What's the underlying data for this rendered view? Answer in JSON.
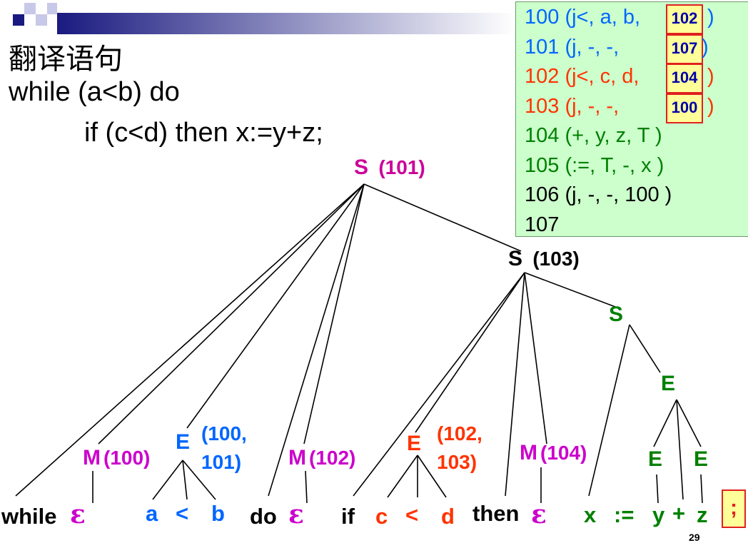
{
  "colors": {
    "magenta": "#cc0099",
    "blue": "#0066ff",
    "red": "#ff3300",
    "green": "#008000",
    "violet": "#cc00cc",
    "panel_bg": "#ccffcc",
    "highlight": "#ffff99",
    "frame_red": "#e02020"
  },
  "title": "翻译语句",
  "code": {
    "line1": "while (a<b) do",
    "line2": "if (c<d) then x:=y+z;"
  },
  "tree": {
    "root": {
      "label": "S",
      "value": "(101)"
    },
    "s103": {
      "label": "S",
      "value": "(103)"
    },
    "s_inner": {
      "label": "S"
    },
    "e_assign": {
      "label": "E"
    },
    "e_y": {
      "label": "E"
    },
    "e_z": {
      "label": "E"
    },
    "m1": {
      "label": "M",
      "value": "(100)"
    },
    "e1": {
      "label": "E",
      "value_line1": "(100,",
      "value_line2": "101)"
    },
    "m2": {
      "label": "M",
      "value": "(102)"
    },
    "e2": {
      "label": "E",
      "value_line1": "(102,",
      "value_line2": "103)"
    },
    "m3": {
      "label": "M",
      "value": "(104)"
    }
  },
  "leaves": {
    "while": "while",
    "eps": "ε",
    "a": "a",
    "lt": "<",
    "b": "b",
    "do": "do",
    "if": "if",
    "c": "c",
    "d": "d",
    "then": "then",
    "x": "x",
    "assign": ":=",
    "y": "y",
    "plus": "+",
    "z": "z",
    "semi": ";"
  },
  "quads": [
    {
      "prefix": "100 (j<, a, b,",
      "target": "102",
      "suffix": ")",
      "color": "#0066ff"
    },
    {
      "prefix": "101 (j,   -,   -,",
      "target": "107",
      "suffix": ")",
      "color": "#0066ff"
    },
    {
      "prefix": "102 (j<, c, d,",
      "target": "104",
      "suffix": ")",
      "color": "#ff3300"
    },
    {
      "prefix": "103 (j,   -,   -,",
      "target": "100",
      "suffix": ")",
      "color": "#ff3300"
    },
    {
      "text": "104 (+,  y,  z,   T  )",
      "color": "#008000"
    },
    {
      "text": "105 (:=, T,  -,   x   )",
      "color": "#008000"
    },
    {
      "text": "106  (j,   -,   -, 100 )",
      "color": "#000000"
    },
    {
      "text": "107",
      "color": "#000000"
    }
  ],
  "page_number": "29"
}
